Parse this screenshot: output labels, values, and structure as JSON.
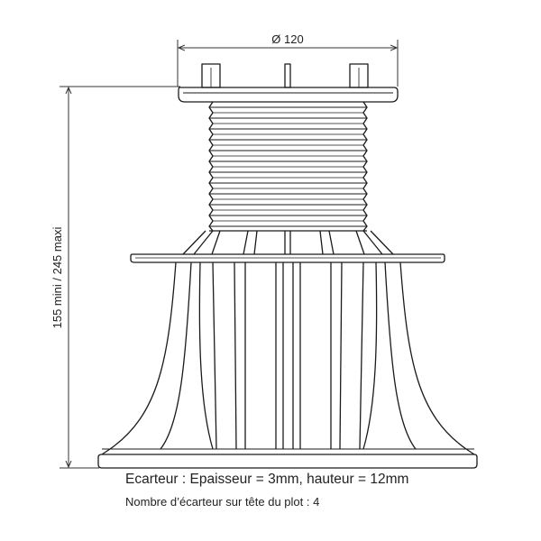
{
  "dimensions": {
    "diameter": "Ø 120",
    "height_range": "155 mini / 245 maxi"
  },
  "captions": {
    "spacer": "Ecarteur : Epaisseur = 3mm, hauteur = 12mm",
    "spacer_count": "Nombre d’écarteur sur tête du plot : 4"
  },
  "colors": {
    "line": "#1a1a1a",
    "text": "#222222",
    "background": "#ffffff"
  }
}
